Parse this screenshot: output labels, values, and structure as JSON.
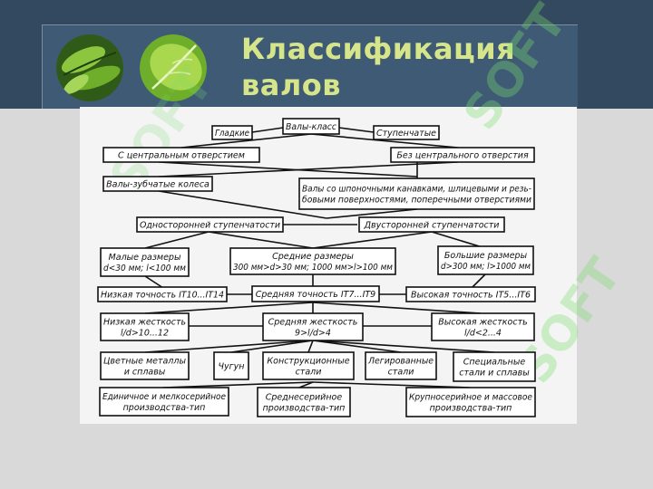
{
  "slide": {
    "title": "Классификация\nвалов",
    "watermark": "SOFT"
  },
  "diagram": {
    "nodes": {
      "root": [
        "Валы-класс"
      ],
      "smooth": [
        "Гладкие"
      ],
      "stepped": [
        "Ступенчатые"
      ],
      "with_hole": [
        "С центральным отверстием"
      ],
      "no_hole": [
        "Без центрального отверстия"
      ],
      "gear_shafts": [
        "Валы-зубчатые колеса"
      ],
      "keyed": [
        "Валы со шпоночными канавками, шлицевыми и резь-",
        "бовыми поверхностями, поперечными отверстиями"
      ],
      "one_sided": [
        "Односторонней ступенчатости"
      ],
      "two_sided": [
        "Двусторонней ступенчатости"
      ],
      "small": [
        "Малые размеры",
        "d<30 мм; l<100 мм"
      ],
      "medium": [
        "Средние размеры",
        "300 мм>d>30 мм; 1000 мм>l>100 мм"
      ],
      "large": [
        "Большие размеры",
        "d>300 мм; l>1000 мм"
      ],
      "acc_low": [
        "Низкая точность IT10...IT14"
      ],
      "acc_mid": [
        "Средняя точность IT7...IT9"
      ],
      "acc_high": [
        "Высокая точность IT5...IT6"
      ],
      "stiff_low": [
        "Низкая жесткость",
        "l/d>10...12"
      ],
      "stiff_mid": [
        "Средняя жесткость",
        "9>l/d>4"
      ],
      "stiff_high": [
        "Высокая жесткость",
        "l/d<2...4"
      ],
      "mat_nonferrous": [
        "Цветные металлы",
        "и сплавы"
      ],
      "mat_cast": [
        "Чугун"
      ],
      "mat_struct": [
        "Конструкционные",
        "стали"
      ],
      "mat_alloy": [
        "Легированные",
        "стали"
      ],
      "mat_special": [
        "Специальные",
        "стали и сплавы"
      ],
      "prod_single": [
        "Единичное и мелкосерийное",
        "производства-тип"
      ],
      "prod_medium": [
        "Среднесерийное",
        "производства-тип"
      ],
      "prod_large": [
        "Крупносерийное и массовое",
        "производства-тип"
      ]
    }
  },
  "colors": {
    "header": "#33495f",
    "title": "#d6e58a",
    "leaf": "#5a9a2a",
    "watermark": "#78dc6e"
  }
}
